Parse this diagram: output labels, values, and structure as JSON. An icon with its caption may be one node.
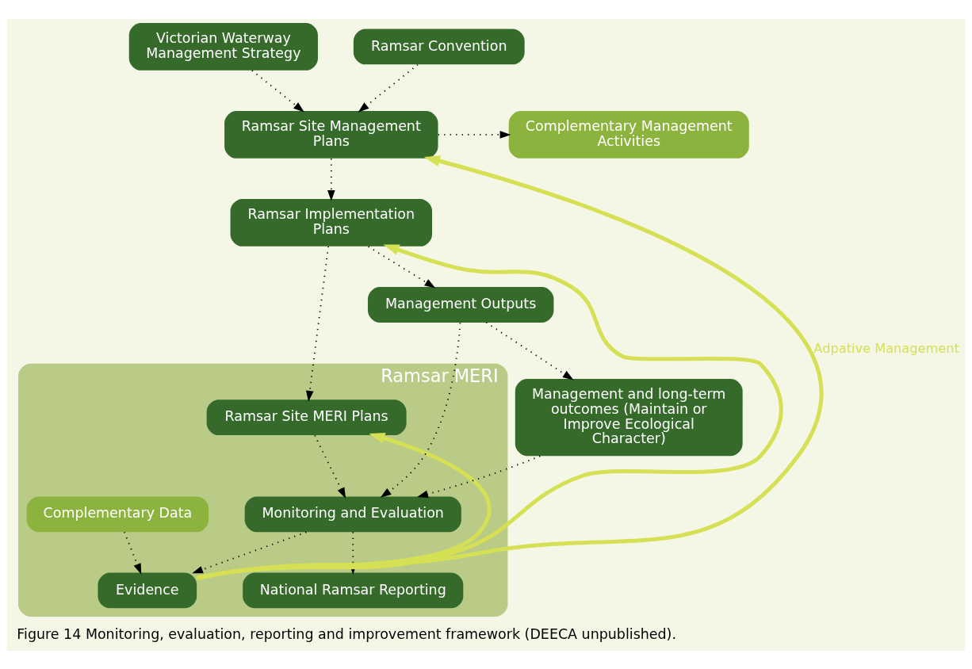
{
  "diagram": {
    "caption": "Figure 14 Monitoring, evaluation, reporting and improvement framework (DEECA unpublished).",
    "nodes": [
      {
        "text": [
          "Victorian Waterway Management Strategy"
        ]
      },
      {
        "text": [
          "Ramsar Convention"
        ]
      },
      {
        "text": [
          "Complementary Management Activities"
        ]
      },
      {
        "text": [
          "Ramsar Site Management Plans"
        ]
      },
      {
        "text": [
          "Ramsar Implementation Plans"
        ]
      },
      {
        "text": [
          "Ramsar MERI"
        ]
      },
      {
        "text": [
          "Management Outputs"
        ]
      },
      {
        "text": [
          "Ramsar Site MERI Plans"
        ],
        "in": 5
      },
      {
        "text": [
          "Monitoring and Evaluation"
        ],
        "in": 5
      },
      {
        "text": [
          "Complementary Data"
        ],
        "in": 5
      },
      {
        "text": [
          "Management and long-term outcomes (Maintain or Improve Ecological Character)"
        ]
      },
      {
        "text": [
          "National Ramsar Reporting"
        ],
        "in": 5
      },
      {
        "text": [
          "Evidence"
        ],
        "in": 5
      }
    ],
    "edges": [
      {
        "from": 0,
        "to": 3,
        "arrow": "to",
        "style": "dashed"
      },
      {
        "from": 1,
        "to": 3,
        "arrow": "to",
        "style": "dashed"
      },
      {
        "from": 3,
        "to": 2,
        "arrow": "to",
        "style": "dashed"
      },
      {
        "from": 3,
        "to": 4,
        "arrow": "to",
        "style": "dashed"
      },
      {
        "from": 4,
        "to": 6,
        "arrow": "to",
        "style": "dashed"
      },
      {
        "from": 4,
        "to": 7,
        "arrow": "to",
        "style": "dashed"
      },
      {
        "from": 6,
        "to": 10,
        "arrow": "to",
        "style": "dashed"
      },
      {
        "from": 6,
        "to": 8,
        "arrow": "to",
        "style": "dashed"
      },
      {
        "from": 10,
        "to": 8,
        "arrow": "to",
        "style": "dashed"
      },
      {
        "from": 7,
        "to": 8,
        "arrow": "to",
        "style": "dashed"
      },
      {
        "from": 8,
        "to": 11,
        "arrow": "to",
        "style": "dashed"
      },
      {
        "from": 8,
        "to": 12,
        "arrow": "to",
        "style": "dashed"
      },
      {
        "from": 9,
        "to": 12,
        "arrow": "to",
        "style": "dashed"
      },
      {
        "from": 12,
        "to": 3,
        "arrow": "to",
        "style": "thick",
        "color": "#d6e054",
        "label": "Adpative Management"
      },
      {
        "from": 12,
        "to": 4,
        "arrow": "to",
        "style": "thick",
        "color": "#d6e054"
      },
      {
        "from": 12,
        "to": 7,
        "arrow": "to",
        "style": "thick",
        "color": "#d6e054"
      }
    ]
  }
}
